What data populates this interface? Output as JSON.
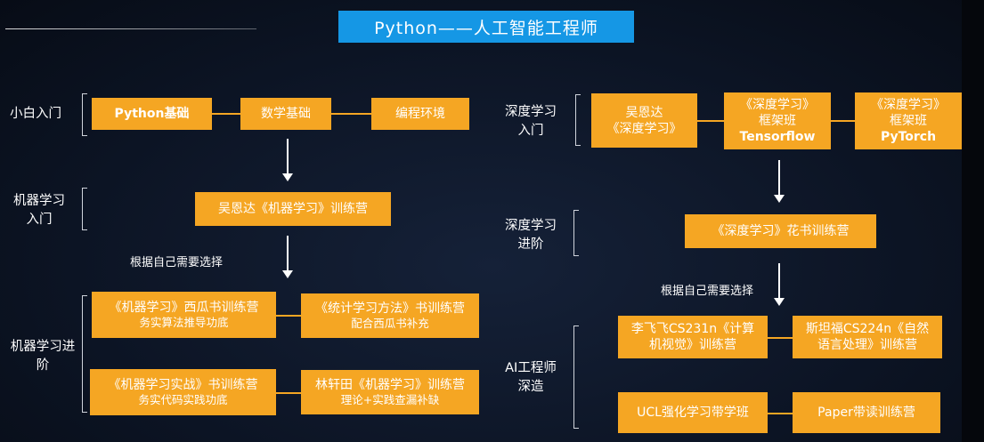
{
  "title": "Python——人工智能工程师",
  "left": {
    "stage1_label": [
      "小白入门"
    ],
    "stage1_boxes": [
      "Python基础",
      "数学基础",
      "编程环境"
    ],
    "stage2_label": [
      "机器学习",
      "入门"
    ],
    "stage2_box": "吴恩达《机器学习》训练营",
    "choose_note": "根据自己需要选择",
    "stage3_label": [
      "机器学习进",
      "阶"
    ],
    "stage3_boxes": [
      {
        "line1": "《机器学习》西瓜书训练营",
        "line2": "务实算法推导功底"
      },
      {
        "line1": "《统计学习方法》书训练营",
        "line2": "配合西瓜书补充"
      },
      {
        "line1": "《机器学习实战》书训练营",
        "line2": "务实代码实践功底"
      },
      {
        "line1": "林轩田《机器学习》训练营",
        "line2": "理论+实践查漏补缺"
      }
    ]
  },
  "right": {
    "stage1_label": [
      "深度学习",
      "入门"
    ],
    "stage1_boxes": [
      {
        "line1": "吴恩达",
        "line2": "《深度学习》",
        "line3": ""
      },
      {
        "line1": "《深度学习》",
        "line2": "框架班",
        "line3": "Tensorflow"
      },
      {
        "line1": "《深度学习》",
        "line2": "框架班",
        "line3": "PyTorch"
      }
    ],
    "stage2_label": [
      "深度学习",
      "进阶"
    ],
    "stage2_box": "《深度学习》花书训练营",
    "choose_note": "根据自己需要选择",
    "stage3_label": [
      "AI工程师",
      "深造"
    ],
    "stage3_boxes": [
      {
        "line1": "李飞飞CS231n《计算",
        "line2": "机视觉》训练营"
      },
      {
        "line1": "斯坦福CS224n《自然",
        "line2": "语言处理》训练营"
      },
      {
        "line1": "UCL强化学习带学班",
        "line2": ""
      },
      {
        "line1": "Paper带读训练营",
        "line2": ""
      }
    ]
  },
  "colors": {
    "box": "#f5a623",
    "title_bg": "#1597e5",
    "background": "#0c1424"
  }
}
